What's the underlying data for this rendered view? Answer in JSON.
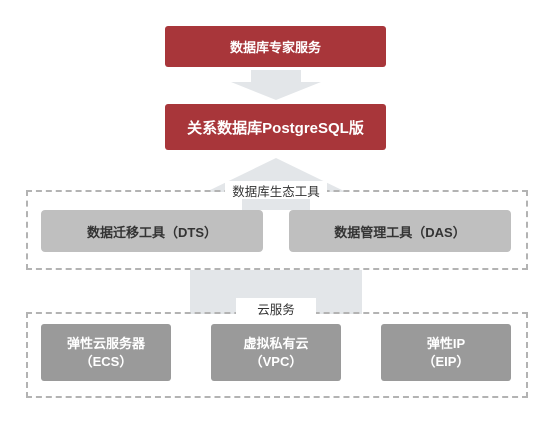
{
  "top": {
    "expert_service": "数据库专家服务",
    "product": "关系数据库PostgreSQL版"
  },
  "ecosystem": {
    "title": "数据库生态工具",
    "tools": [
      "数据迁移工具（DTS）",
      "数据管理工具（DAS）"
    ]
  },
  "cloud": {
    "title": "云服务",
    "services": [
      {
        "name": "弹性云服务器",
        "abbr": "（ECS）"
      },
      {
        "name": "虚拟私有云",
        "abbr": "（VPC）"
      },
      {
        "name": "弹性IP",
        "abbr": "（EIP）"
      }
    ]
  },
  "colors": {
    "accent_red": "#a8363a",
    "tool_gray": "#bfbfbf",
    "service_gray": "#9a9a9a",
    "arrow_gray": "#e3e6e9"
  }
}
